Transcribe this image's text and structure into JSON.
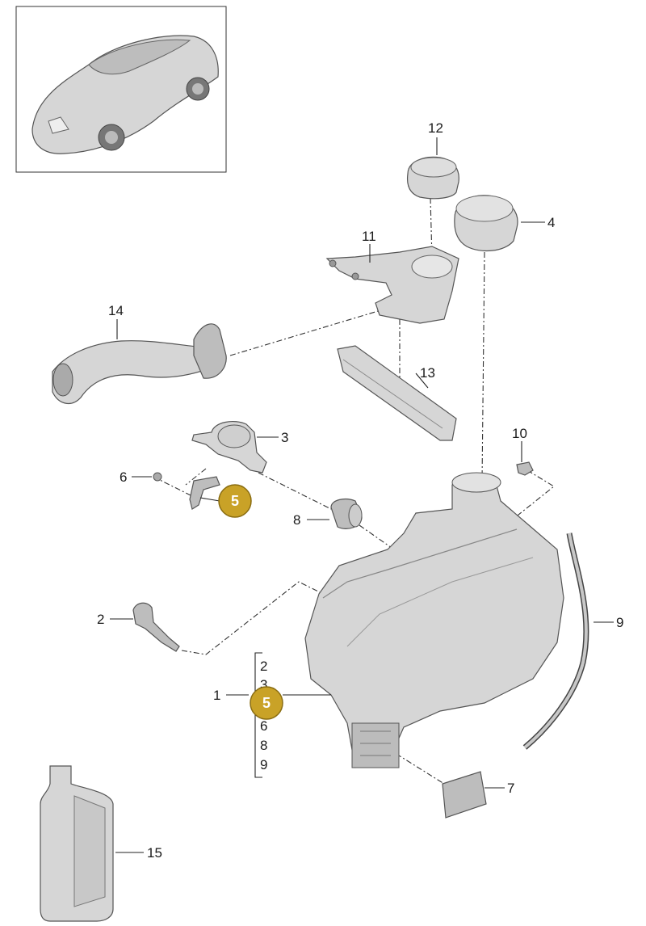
{
  "callouts": {
    "n12": "12",
    "n4": "4",
    "n11": "11",
    "n14": "14",
    "n13": "13",
    "n3": "3",
    "n10": "10",
    "n6": "6",
    "n5_badge_top": "5",
    "n8": "8",
    "n9": "9",
    "n2": "2",
    "n1": "1",
    "n5_badge_bottom": "5",
    "n7": "7",
    "n15": "15"
  },
  "bracket_list": [
    "2",
    "3",
    "6",
    "8",
    "9"
  ],
  "colors": {
    "badge_fill": "#c9a227",
    "badge_stroke": "#8a6d12",
    "part_fill": "#cfcfcf"
  }
}
